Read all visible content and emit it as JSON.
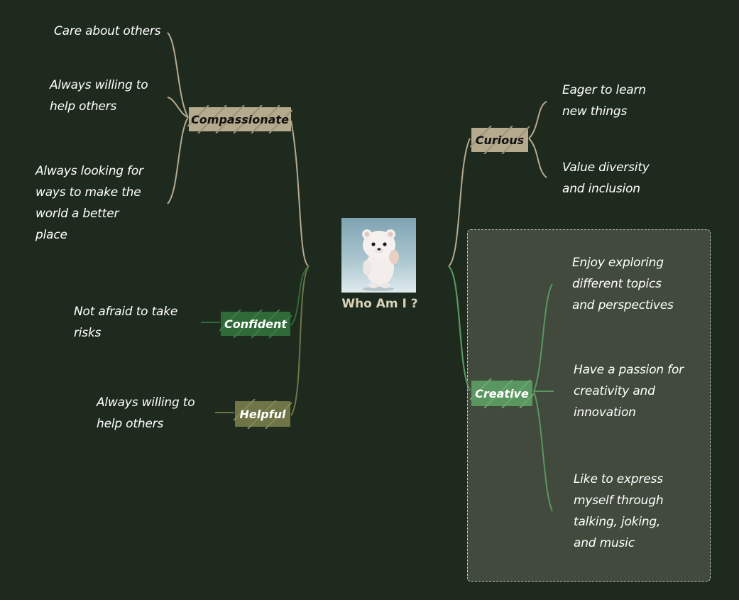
{
  "center": {
    "label": "Who Am I ?",
    "image": "polar-bear-cub"
  },
  "colors": {
    "background": "#1f2a1f",
    "compassionate": "#b5aa8e",
    "curious": "#b5aa8e",
    "confident": "#2f6a38",
    "helpful": "#6f7547",
    "creative": "#5a9660",
    "group_box": "#414a3c"
  },
  "branches": {
    "compassionate": {
      "label": "Compassionate",
      "notes": [
        "Care about others",
        "Always willing to\nhelp others",
        "Always looking for\nways to make the\nworld a better\nplace"
      ]
    },
    "confident": {
      "label": "Confident",
      "notes": [
        "Not afraid to take\nrisks"
      ]
    },
    "helpful": {
      "label": "Helpful",
      "notes": [
        "Always willing to\nhelp others"
      ]
    },
    "curious": {
      "label": "Curious",
      "notes": [
        "Eager to learn\nnew things",
        "Value diversity\nand inclusion"
      ]
    },
    "creative": {
      "label": "Creative",
      "notes": [
        "Enjoy exploring\ndifferent topics\nand perspectives",
        "Have a passion for\ncreativity and\ninnovation",
        "Like to express\nmyself through\ntalking, joking,\nand music"
      ]
    }
  }
}
